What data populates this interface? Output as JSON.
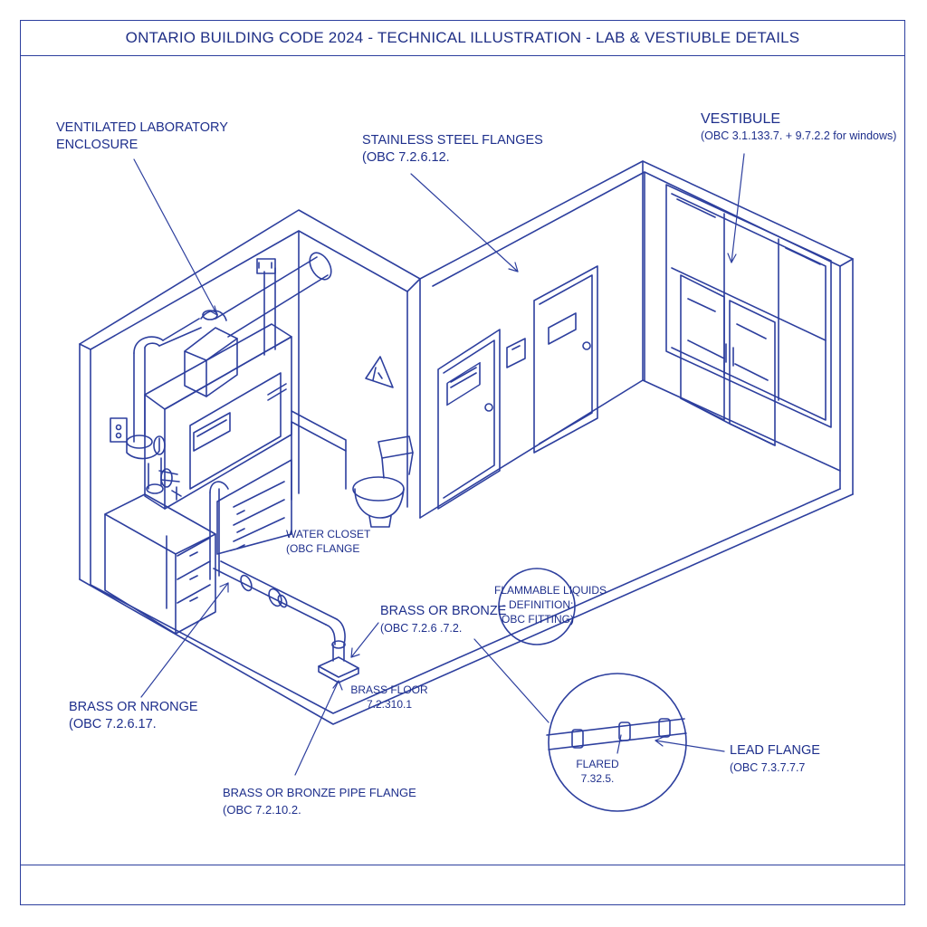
{
  "title": "ONTARIO BUILDING CODE 2024 - TECHNICAL ILLUSTRATION - LAB & VESTIUBLE DETAILS",
  "labels": {
    "lab_enclosure": [
      "VENTILATED LABORATORY",
      "ENCLOSURE"
    ],
    "stainless": [
      "STAINLESS STEEL FLANGES",
      "(OBC 7.2.6.12."
    ],
    "vestibule": [
      "VESTIBULE",
      "(OBC 3.1.133.7. + 9.7.2.2 for windows)"
    ],
    "water_closet": [
      "WATER CLOSET",
      "(OBC FLANGE"
    ],
    "flammable": [
      "FLAMMABLE LIQUIDS",
      "- DEFINITION:",
      "OBC FITTING)"
    ],
    "brass_bronze_mid": [
      "BRASS OR BRONZE",
      "(OBC 7.2.6 .7.2."
    ],
    "brass_floor": [
      "BRASS FLOOR",
      "7.2.310.1"
    ],
    "brass_nronge": [
      "BRASS OR NRONGE",
      "(OBC 7.2.6.17."
    ],
    "lead_flange": [
      "LEAD FLANGE",
      "(OBC 7.3.7.7.7"
    ],
    "flared": [
      "FLARED",
      "7.32.5."
    ],
    "pipe_flange": [
      "BRASS OR BRONZE PIPE FLANGE",
      "(OBC 7.2.10.2."
    ]
  },
  "colors": {
    "line": "#2d3f9e",
    "text": "#1e2f8c",
    "background": "#ffffff"
  },
  "icons": [
    "warning-sign-icon",
    "toilet-icon",
    "fume-hood-icon",
    "pipe-icon",
    "door-icon",
    "window-icon"
  ]
}
